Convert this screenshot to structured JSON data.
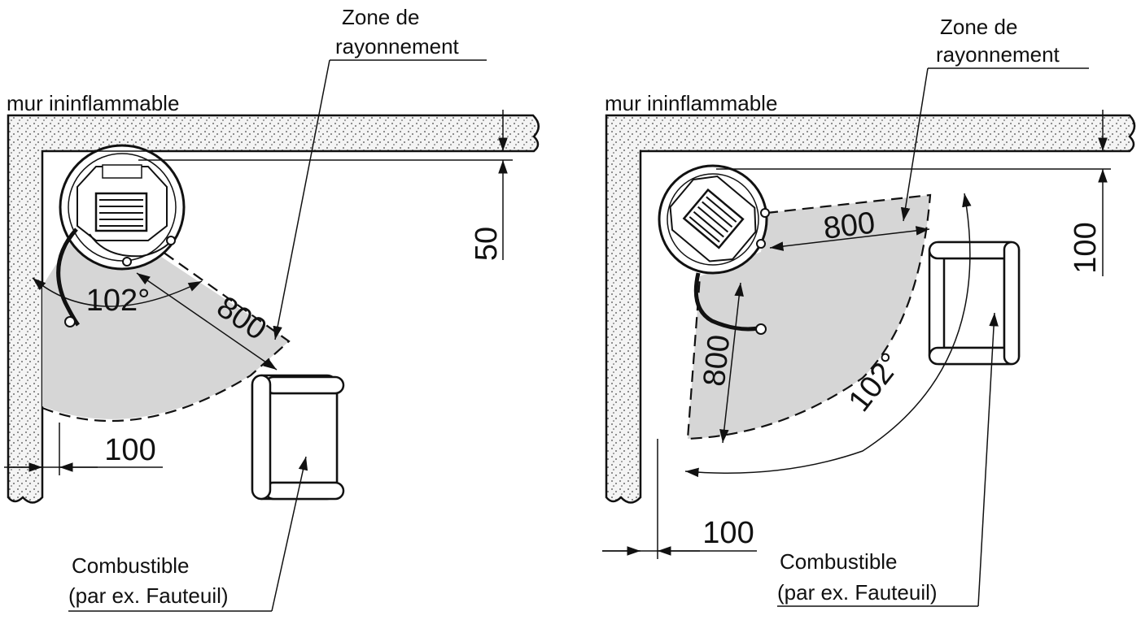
{
  "diagrams": [
    {
      "id": "left",
      "wall_label": "mur ininflammable",
      "zone_label_line1": "Zone de",
      "zone_label_line2": "rayonnement",
      "combustible_line1": "Combustible",
      "combustible_line2": "(par ex. Fauteuil)",
      "dim_back": "50",
      "dim_side": "100",
      "dim_radius": "800",
      "angle": "102°"
    },
    {
      "id": "right",
      "wall_label": "mur ininflammable",
      "zone_label_line1": "Zone de",
      "zone_label_line2": "rayonnement",
      "combustible_line1": "Combustible",
      "combustible_line2": "(par ex. Fauteuil)",
      "dim_back": "100",
      "dim_side": "100",
      "dim_radius_top": "800",
      "dim_radius_left": "800",
      "angle": "102°"
    }
  ],
  "colors": {
    "line": "#111111",
    "zone_fill": "#d6d6d6",
    "wall_fill": "#f4f4f4"
  }
}
